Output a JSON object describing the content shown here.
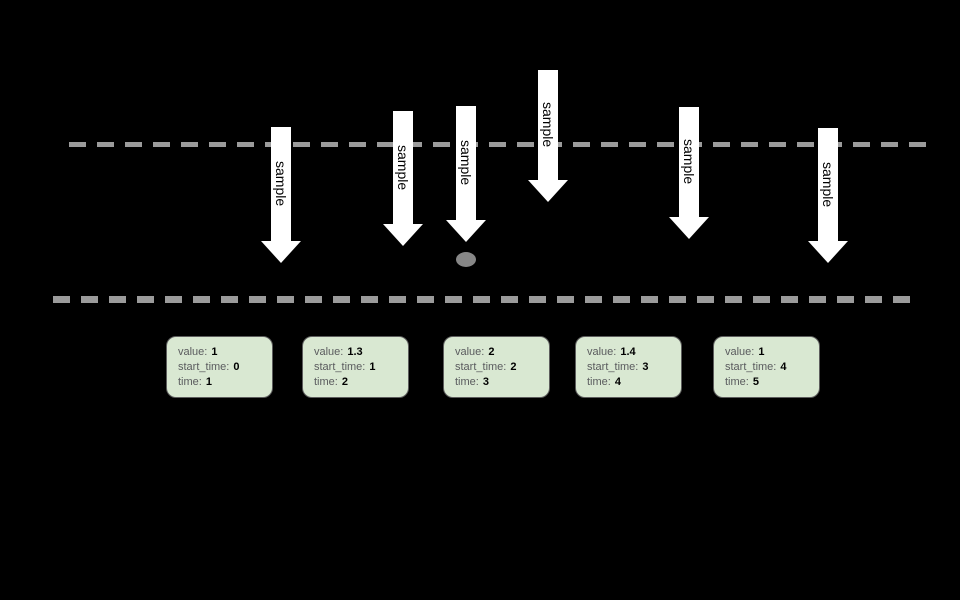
{
  "arrows": [
    {
      "label": "sample"
    },
    {
      "label": "sample"
    },
    {
      "label": "sample"
    },
    {
      "label": "sample"
    },
    {
      "label": "sample"
    },
    {
      "label": "sample"
    }
  ],
  "cards": {
    "field_labels": {
      "value": "value:",
      "start_time": "start_time:",
      "time": "time:"
    },
    "items": [
      {
        "value": "1",
        "start_time": "0",
        "time": "1"
      },
      {
        "value": "1.3",
        "start_time": "1",
        "time": "2"
      },
      {
        "value": "2",
        "start_time": "2",
        "time": "3"
      },
      {
        "value": "1.4",
        "start_time": "3",
        "time": "4"
      },
      {
        "value": "1",
        "start_time": "4",
        "time": "5"
      }
    ]
  },
  "colors": {
    "background": "#000000",
    "dashed_line": "#9b9b9b",
    "arrow_fill": "#ffffff",
    "arrow_text": "#000000",
    "card_fill": "#d9e8d2",
    "card_border": "#5d5d5d",
    "card_label_text": "#5a5b5e",
    "card_value_text": "#000000",
    "dot_fill": "#878787"
  }
}
